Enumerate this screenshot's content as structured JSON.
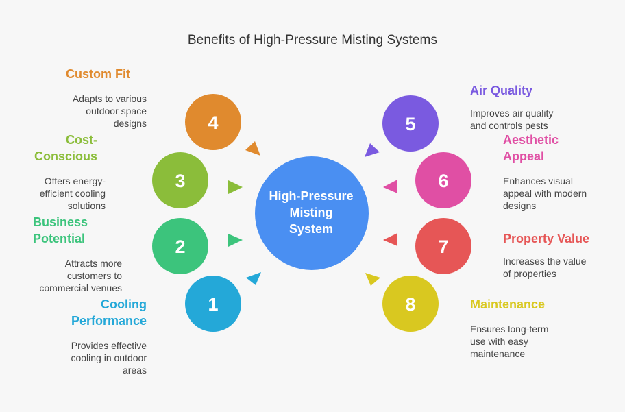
{
  "title": "Benefits of High-Pressure Misting Systems",
  "center": {
    "line1": "High-Pressure",
    "line2": "Misting",
    "line3": "System",
    "color": "#4a8ff2"
  },
  "items": [
    {
      "number": "1",
      "heading_line1": "Cooling",
      "heading_line2": "Performance",
      "desc_line1": "Provides effective",
      "desc_line2": "cooling in outdoor",
      "desc_line3": "areas",
      "color": "#24a8d8"
    },
    {
      "number": "2",
      "heading_line1": "Business",
      "heading_line2": "Potential",
      "desc_line1": "Attracts more",
      "desc_line2": "customers to",
      "desc_line3": "commercial venues",
      "color": "#3cc47c"
    },
    {
      "number": "3",
      "heading_line1": "Cost-",
      "heading_line2": "Conscious",
      "desc_line1": "Offers energy-",
      "desc_line2": "efficient cooling",
      "desc_line3": "solutions",
      "color": "#8bbd3a"
    },
    {
      "number": "4",
      "heading_line1": "Custom Fit",
      "heading_line2": "",
      "desc_line1": "Adapts to various",
      "desc_line2": "outdoor space",
      "desc_line3": "designs",
      "color": "#e08a2e"
    },
    {
      "number": "5",
      "heading_line1": "Air Quality",
      "heading_line2": "",
      "desc_line1": "Improves air quality",
      "desc_line2": "and controls pests",
      "desc_line3": "",
      "color": "#7a5ae0"
    },
    {
      "number": "6",
      "heading_line1": "Aesthetic",
      "heading_line2": "Appeal",
      "desc_line1": "Enhances visual",
      "desc_line2": "appeal with modern",
      "desc_line3": "designs",
      "color": "#e04fa4"
    },
    {
      "number": "7",
      "heading_line1": "Property Value",
      "heading_line2": "",
      "desc_line1": "Increases the value",
      "desc_line2": "of properties",
      "desc_line3": "",
      "color": "#e65656"
    },
    {
      "number": "8",
      "heading_line1": "Maintenance",
      "heading_line2": "",
      "desc_line1": "Ensures long-term",
      "desc_line2": "use with easy",
      "desc_line3": "maintenance",
      "color": "#d9c820"
    }
  ]
}
